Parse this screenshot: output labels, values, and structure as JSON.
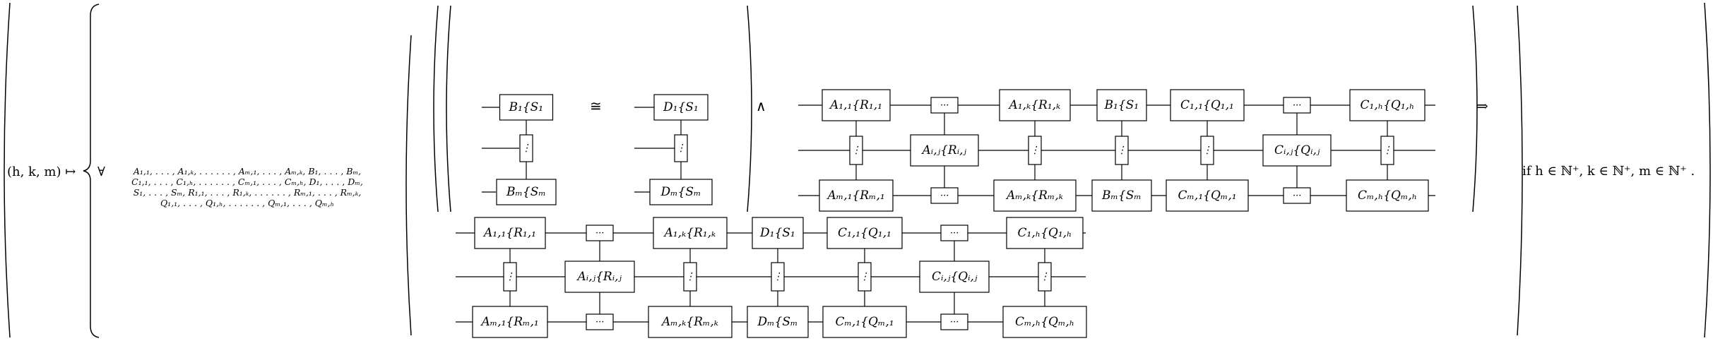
{
  "formula": {
    "map": "(h, k, m) ↦",
    "forall": "∀",
    "quantifier_lines": [
      "A₁,₁, . . . , A₁,ₖ, . . . . . . , Aₘ,₁, . . . , Aₘ,ₖ, B₁, . . . , Bₘ,",
      "C₁,₁, . . . , C₁,ₕ, . . . . . . , Cₘ,₁, . . . , Cₘ,ₕ, D₁, . . . , Dₘ,",
      "S₁, . . . , Sₘ, R₁,₁, . . . , R₁,ₖ, . . . . . . , Rₘ,₁, . . . , Rₘ,ₖ,",
      "Q₁,₁, . . . , Q₁,ₕ, . . . . . . , Qₘ,₁, . . . , Qₘ,ₕ"
    ],
    "congruent": "≅",
    "and": "∧",
    "implies": "⇒",
    "condition": "if h ∈ ℕ⁺, k ∈ ℕ⁺, m ∈ ℕ⁺ ."
  },
  "left_pair": {
    "b_top": "B₁{S₁",
    "b_mid": "⋮",
    "b_bot": "Bₘ{Sₘ",
    "d_top": "D₁{S₁",
    "d_mid": "⋮",
    "d_bot": "Dₘ{Sₘ"
  },
  "circuit_upper": {
    "row1": [
      "A₁,₁{R₁,₁",
      "···",
      "A₁,ₖ{R₁,ₖ",
      "B₁{S₁",
      "C₁,₁{Q₁,₁",
      "···",
      "C₁,ₕ{Q₁,ₕ"
    ],
    "row2": [
      "⋮",
      "Aᵢ,ⱼ{Rᵢ,ⱼ",
      "⋮",
      "⋮",
      "⋮",
      "Cᵢ,ⱼ{Qᵢ,ⱼ",
      "⋮"
    ],
    "row3": [
      "Aₘ,₁{Rₘ,₁",
      "···",
      "Aₘ,ₖ{Rₘ,ₖ",
      "Bₘ{Sₘ",
      "Cₘ,₁{Qₘ,₁",
      "···",
      "Cₘ,ₕ{Qₘ,ₕ"
    ]
  },
  "circuit_lower": {
    "row1": [
      "A₁,₁{R₁,₁",
      "···",
      "A₁,ₖ{R₁,ₖ",
      "D₁{S₁",
      "C₁,₁{Q₁,₁",
      "···",
      "C₁,ₕ{Q₁,ₕ"
    ],
    "row2": [
      "⋮",
      "Aᵢ,ⱼ{Rᵢ,ⱼ",
      "⋮",
      "⋮",
      "⋮",
      "Cᵢ,ⱼ{Qᵢ,ⱼ",
      "⋮"
    ],
    "row3": [
      "Aₘ,₁{Rₘ,₁",
      "···",
      "Aₘ,ₖ{Rₘ,ₖ",
      "Dₘ{Sₘ",
      "Cₘ,₁{Qₘ,₁",
      "···",
      "Cₘ,ₕ{Qₘ,ₕ"
    ]
  }
}
